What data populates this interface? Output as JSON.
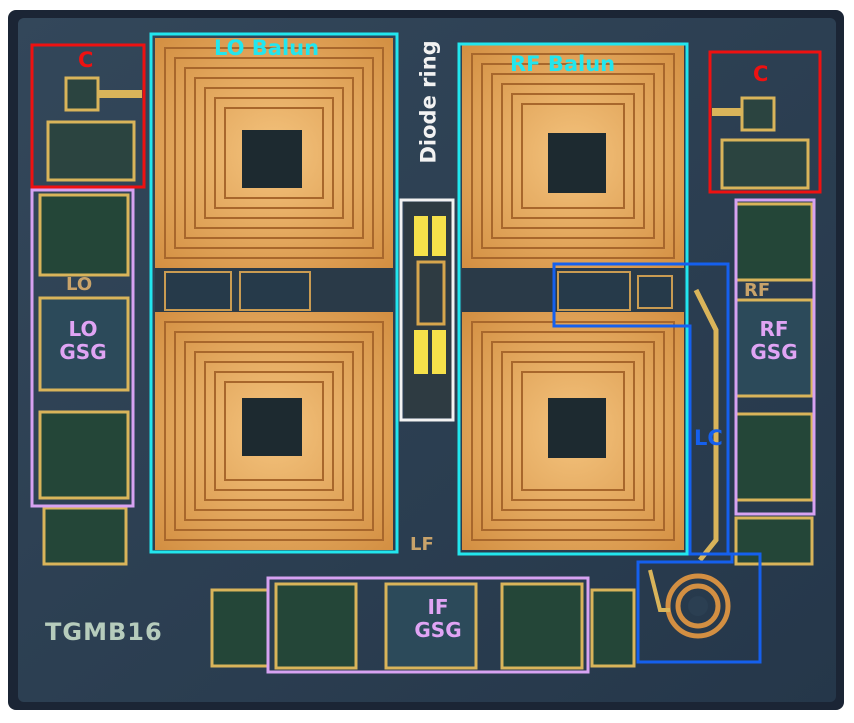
{
  "image": {
    "description_hidden": "",
    "colors": {
      "frame": "#1b2535",
      "die_background": "#2b3f52",
      "balun_copper": "#e0a456",
      "balun_copper_light": "#f0c47a",
      "pad_gold": "#d9b45a",
      "pad_dark": "#244638",
      "capacitor_box": "#ee1111",
      "balun_box": "#22e6ee",
      "gsg_box": "#d7a2f2",
      "lc_box": "#1560ee",
      "diode_box": "#f2f2f2"
    }
  },
  "labels": {
    "c_left": "C",
    "c_right": "C",
    "lo_balun": "LO Balun",
    "rf_balun": "RF Balun",
    "diode_ring": "Diode ring",
    "lo_gsg": "LO\nGSG",
    "rf_gsg": "RF\nGSG",
    "if_gsg": "IF\nGSG",
    "lc": "LC",
    "lo_etched": "LO",
    "rf_etched": "RF",
    "lf_etched": "LF",
    "chip_id": "TGMB16"
  }
}
